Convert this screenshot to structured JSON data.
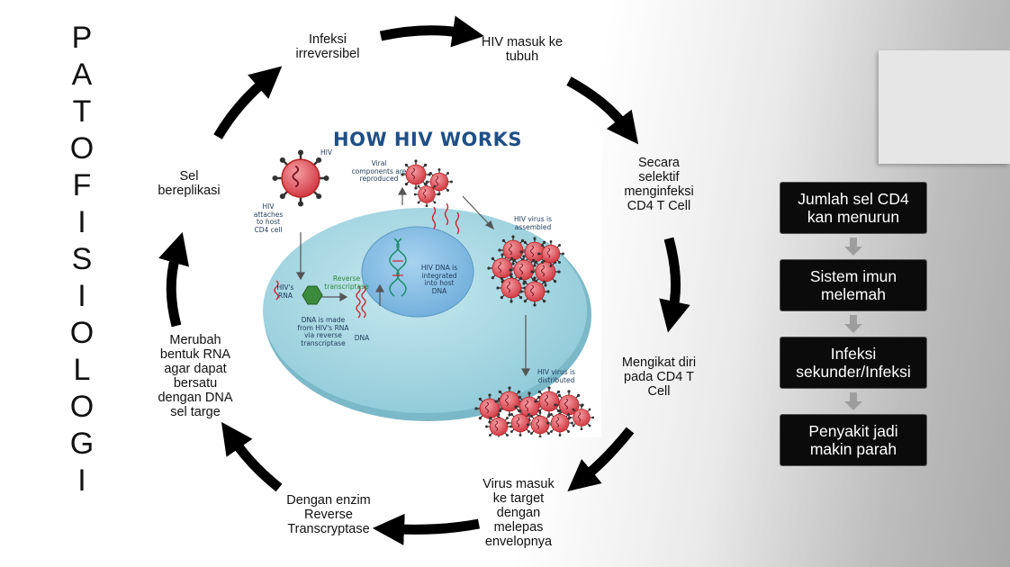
{
  "vertical_title": [
    "P",
    "A",
    "T",
    "O",
    "F",
    "I",
    "S",
    "I",
    "O",
    "L",
    "O",
    "G",
    "I"
  ],
  "cycle": {
    "n1": "Infeksi\nirreversibel",
    "n2": "HIV masuk ke\ntubuh",
    "n3": "Secara\nselektif\nmenginfeksi\nCD4 T Cell",
    "n4": "Mengikat diri\npada CD4 T\nCell",
    "n5": "Virus masuk\nke target\ndengan\nmelepas\nenvelopnya",
    "n6": "Dengan enzim\nReverse\nTranscryptase",
    "n7": "Merubah\nbentuk RNA\nagar dapat\nbersatu\ndengan DNA\nsel targe",
    "n8": "Sel\nbereplikasi"
  },
  "hiv": {
    "title": "HOW HIV WORKS",
    "hiv": "HIV",
    "attaches": "HIV\nattaches\nto host\nCD4 cell",
    "viral": "Viral\ncomponents are\nreproduced",
    "assembled": "HIV virus is\nassembled",
    "rna": "HIV's\nRNA",
    "rt": "Reverse\ntranscriptase",
    "integrated": "HIV DNA is\nintegrated\ninto host\nDNA",
    "dnamade": "DNA is made\nfrom HIV's RNA\nvia reverse\ntranscriptase",
    "dna": "DNA",
    "distributed": "HIV virus is\ndistributed"
  },
  "flow": {
    "b1": "Jumlah sel CD4\nkan menurun",
    "b2": "Sistem imun\nmelemah",
    "b3": "Infeksi\nsekunder/Infeksi",
    "b4": "Penyakit jadi\nmakin parah"
  },
  "colors": {
    "arrow": "#000000",
    "box": "#0b0b0b",
    "flow_arrow": "#9e9e9e",
    "cell": "#a9d8e3",
    "nucleus": "#8fc1e3",
    "virus": "#e2545c",
    "title_blue": "#1f4f86"
  }
}
